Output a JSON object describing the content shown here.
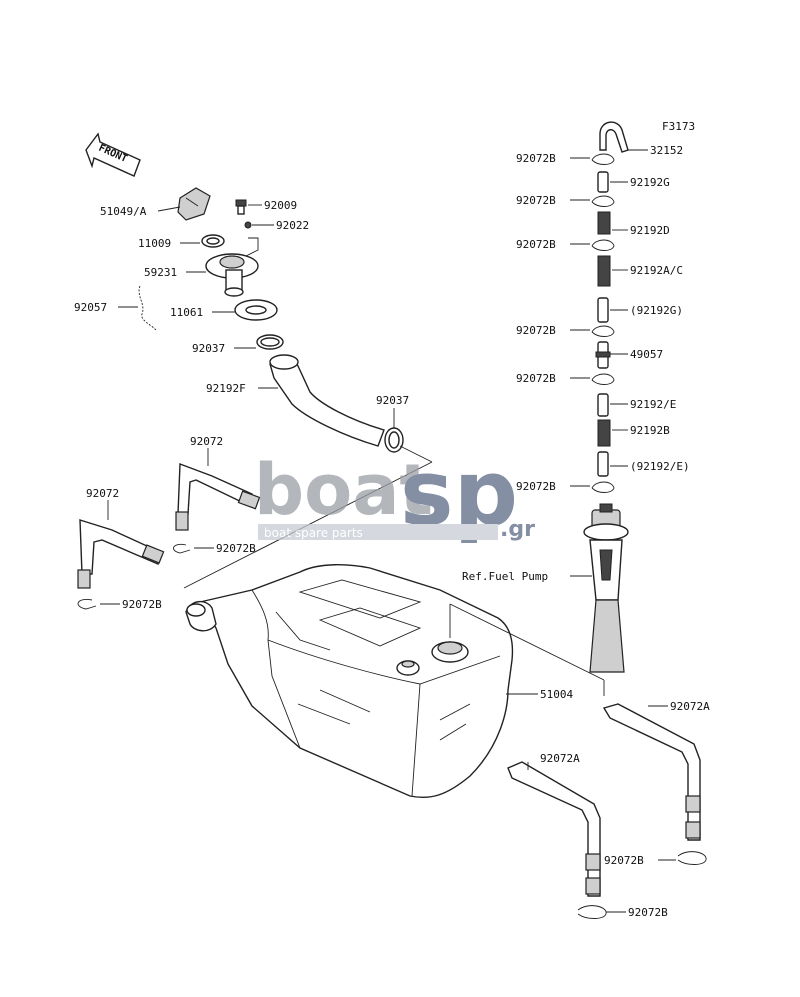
{
  "figure_code": "F3173",
  "front_arrow_label": "FRONT",
  "watermark": {
    "word_left": "boat",
    "word_right": "sp",
    "suffix": ".gr",
    "tagline": "boat spare parts"
  },
  "labels": {
    "p51049a": "51049/A",
    "p92009": "92009",
    "p92022": "92022",
    "p11009": "11009",
    "p59231": "59231",
    "p92057": "92057",
    "p11061": "11061",
    "p92037a": "92037",
    "p92192f": "92192F",
    "p92037b": "92037",
    "p92072a": "92072",
    "p92072b": "92072",
    "p92072b_1": "92072B",
    "p92072b_2": "92072B",
    "p51004": "51004",
    "r92072b_1": "92072B",
    "r32152": "32152",
    "r92072b_2": "92072B",
    "r92192g": "92192G",
    "r92072b_3": "92072B",
    "r92192d": "92192D",
    "r92192ac": "92192A/C",
    "r92192g_p": "(92192G)",
    "r92072b_4": "92072B",
    "r49057": "49057",
    "r92072b_5": "92072B",
    "r92192e": "92192/E",
    "r92192b": "92192B",
    "r92192e_p": "(92192/E)",
    "r92072b_6": "92072B",
    "ref_fuel_pump": "Ref.Fuel Pump",
    "s92072a_1": "92072A",
    "s92072a_2": "92072A",
    "s92072b_1": "92072B",
    "s92072b_2": "92072B"
  }
}
